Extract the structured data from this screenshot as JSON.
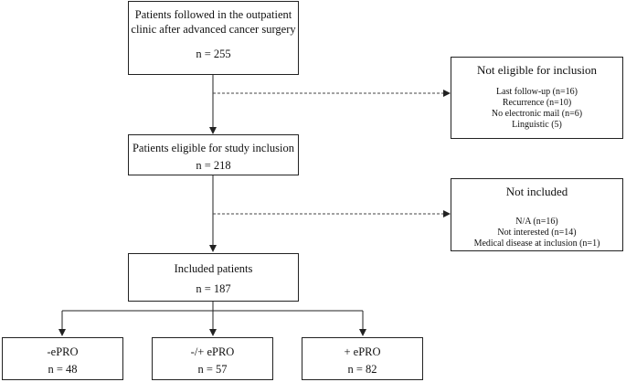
{
  "boxes": {
    "followed": {
      "title": "Patients followed in the outpatient\nclinic after advanced cancer surgery",
      "count": "n = 255"
    },
    "eligible": {
      "title": "Patients eligible for study inclusion",
      "count": "n = 218"
    },
    "included": {
      "title": "Included patients",
      "count": "n = 187"
    },
    "epro_neg": {
      "title": "-ePRO",
      "count": "n = 48"
    },
    "epro_mixed": {
      "title": "-/+ ePRO",
      "count": "n = 57"
    },
    "epro_pos": {
      "title": "+ ePRO",
      "count": "n = 82"
    }
  },
  "side_boxes": {
    "not_eligible": {
      "title": "Not eligible for inclusion",
      "items": [
        "Last follow-up (n=16)",
        "Recurrence (n=10)",
        "No electronic mail (n=6)",
        "Linguistic (5)"
      ]
    },
    "not_included": {
      "title": "Not included",
      "items": [
        "N/A (n=16)",
        "Not interested (n=14)",
        "Medical disease at inclusion (n=1)"
      ]
    }
  }
}
